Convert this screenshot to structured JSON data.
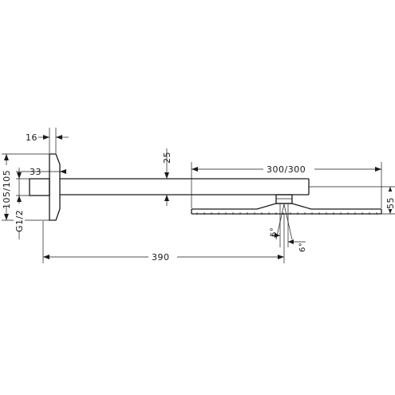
{
  "drawing": {
    "dimensions": {
      "wall_plate_depth": "16",
      "arm_offset": "33",
      "plate_size": "105/105",
      "thread": "G1/2",
      "arm_height": "25",
      "head_size": "300/300",
      "head_height": "55",
      "arm_length": "390",
      "tilt_angle_left": "6°",
      "tilt_angle_right": "6°"
    }
  }
}
